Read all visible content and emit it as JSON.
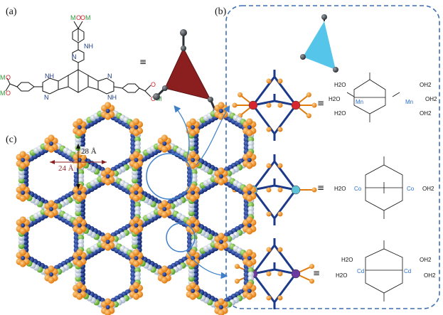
{
  "panels": {
    "a": {
      "label": "(a)"
    },
    "b": {
      "label": "(b)"
    },
    "c": {
      "label": "(c)"
    }
  },
  "ligand": {
    "metal_symbol": "M",
    "oxygen_symbol": "O",
    "nh_label": "NH",
    "n_label": "N"
  },
  "equivalence_symbol": "≡",
  "network": {
    "dimension_vertical": "28 Å",
    "dimension_horizontal": "24 Å"
  },
  "clusters": [
    {
      "name": "manganese",
      "metal_label": "Mn",
      "waters": [
        "H2O",
        "H2O",
        "H2O",
        "OH2",
        "OH2",
        "OH2"
      ],
      "ball_color": "#d8262f"
    },
    {
      "name": "cobalt",
      "metal_label": "Co",
      "waters": [
        "H2O",
        "OH2"
      ],
      "ball_color": "#5fc3d8"
    },
    {
      "name": "cadmium",
      "metal_label": "Cd",
      "waters": [
        "H2O",
        "H2O",
        "OH2",
        "OH2"
      ],
      "ball_color": "#6b3aa0"
    }
  ],
  "colors": {
    "metal_green": "#2e9b3a",
    "oxygen_red": "#d0262f",
    "triangle_red": "#8b1f1f",
    "triangle_blue": "#56c5ea",
    "frame_blue": "#3d6fb5",
    "node_orange": "#f59a23",
    "chain_navy": "#1c3a8a",
    "atom_white": "#dfe6ee",
    "atom_green": "#7bc043"
  }
}
